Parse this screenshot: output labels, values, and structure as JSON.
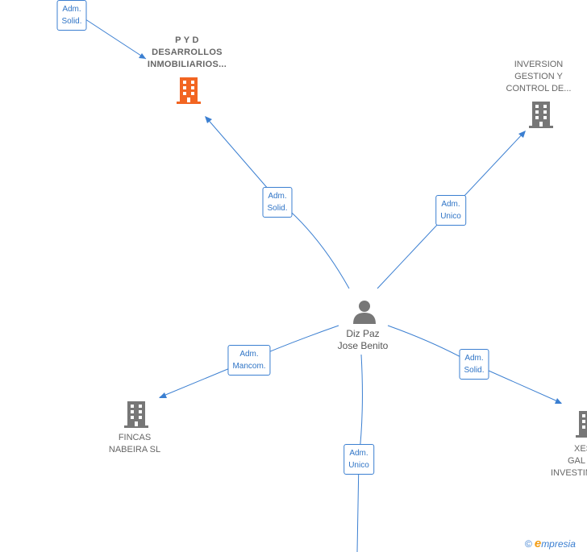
{
  "person": {
    "name_line1": "Diz Paz",
    "name_line2": "Jose Benito"
  },
  "companies": {
    "pyd": {
      "line1": "P Y D",
      "line2": "DESARROLLOS",
      "line3": "INMOBILIARIOS...",
      "color": "#f26522"
    },
    "inversion": {
      "line1": "INVERSION",
      "line2": "GESTION Y",
      "line3": "CONTROL DE...",
      "color": "#777777"
    },
    "fincas": {
      "line1": "FINCAS",
      "line2": "NABEIRA SL",
      "color": "#777777"
    },
    "xes": {
      "line1": "XES",
      "line2": "GAL",
      "line3": "INVESTIM",
      "color": "#777777"
    }
  },
  "edge_labels": {
    "top_left": {
      "line1": "Adm.",
      "line2": "Solid."
    },
    "pyd": {
      "line1": "Adm.",
      "line2": "Solid."
    },
    "inversion": {
      "line1": "Adm.",
      "line2": "Unico"
    },
    "fincas": {
      "line1": "Adm.",
      "line2": "Mancom."
    },
    "xes": {
      "line1": "Adm.",
      "line2": "Solid."
    },
    "bottom": {
      "line1": "Adm.",
      "line2": "Unico"
    }
  },
  "watermark": {
    "copyright": "©",
    "brand_first": "e",
    "brand_rest": "mpresia"
  },
  "colors": {
    "edge": "#3b7fd1",
    "highlight_company": "#f26522",
    "company": "#777777",
    "person": "#777777"
  }
}
